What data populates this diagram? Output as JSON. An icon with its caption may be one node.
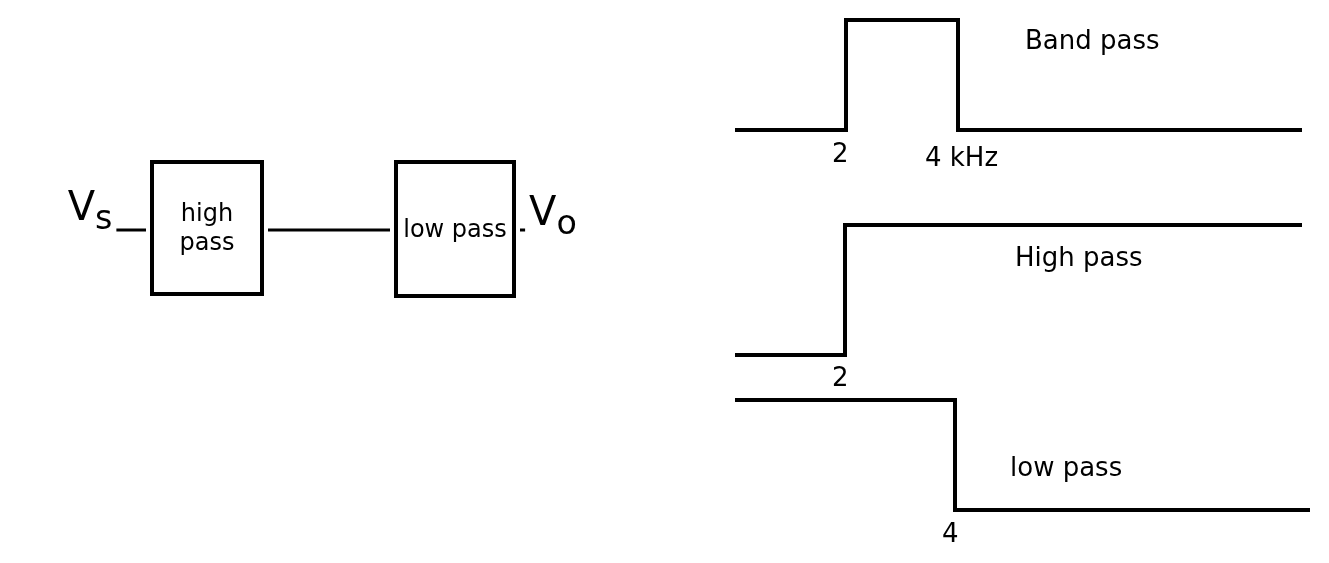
{
  "diagram": {
    "nodes": [
      {
        "text": [
          "V$_{s}$"
        ]
      },
      {
        "text": [
          "high pass"
        ]
      },
      {
        "text": [
          "low pass"
        ]
      },
      {
        "text": [
          "V$_{o}$"
        ]
      }
    ],
    "edges": [
      {
        "from": 0,
        "to": 1,
        "arrow": "none"
      },
      {
        "from": 1,
        "to": 2,
        "arrow": "none"
      },
      {
        "from": 2,
        "to": 3,
        "arrow": "none"
      }
    ],
    "labels": [
      "Band pass",
      "2",
      "4 kHz",
      "High pass",
      "2",
      "low pass",
      "4"
    ]
  }
}
